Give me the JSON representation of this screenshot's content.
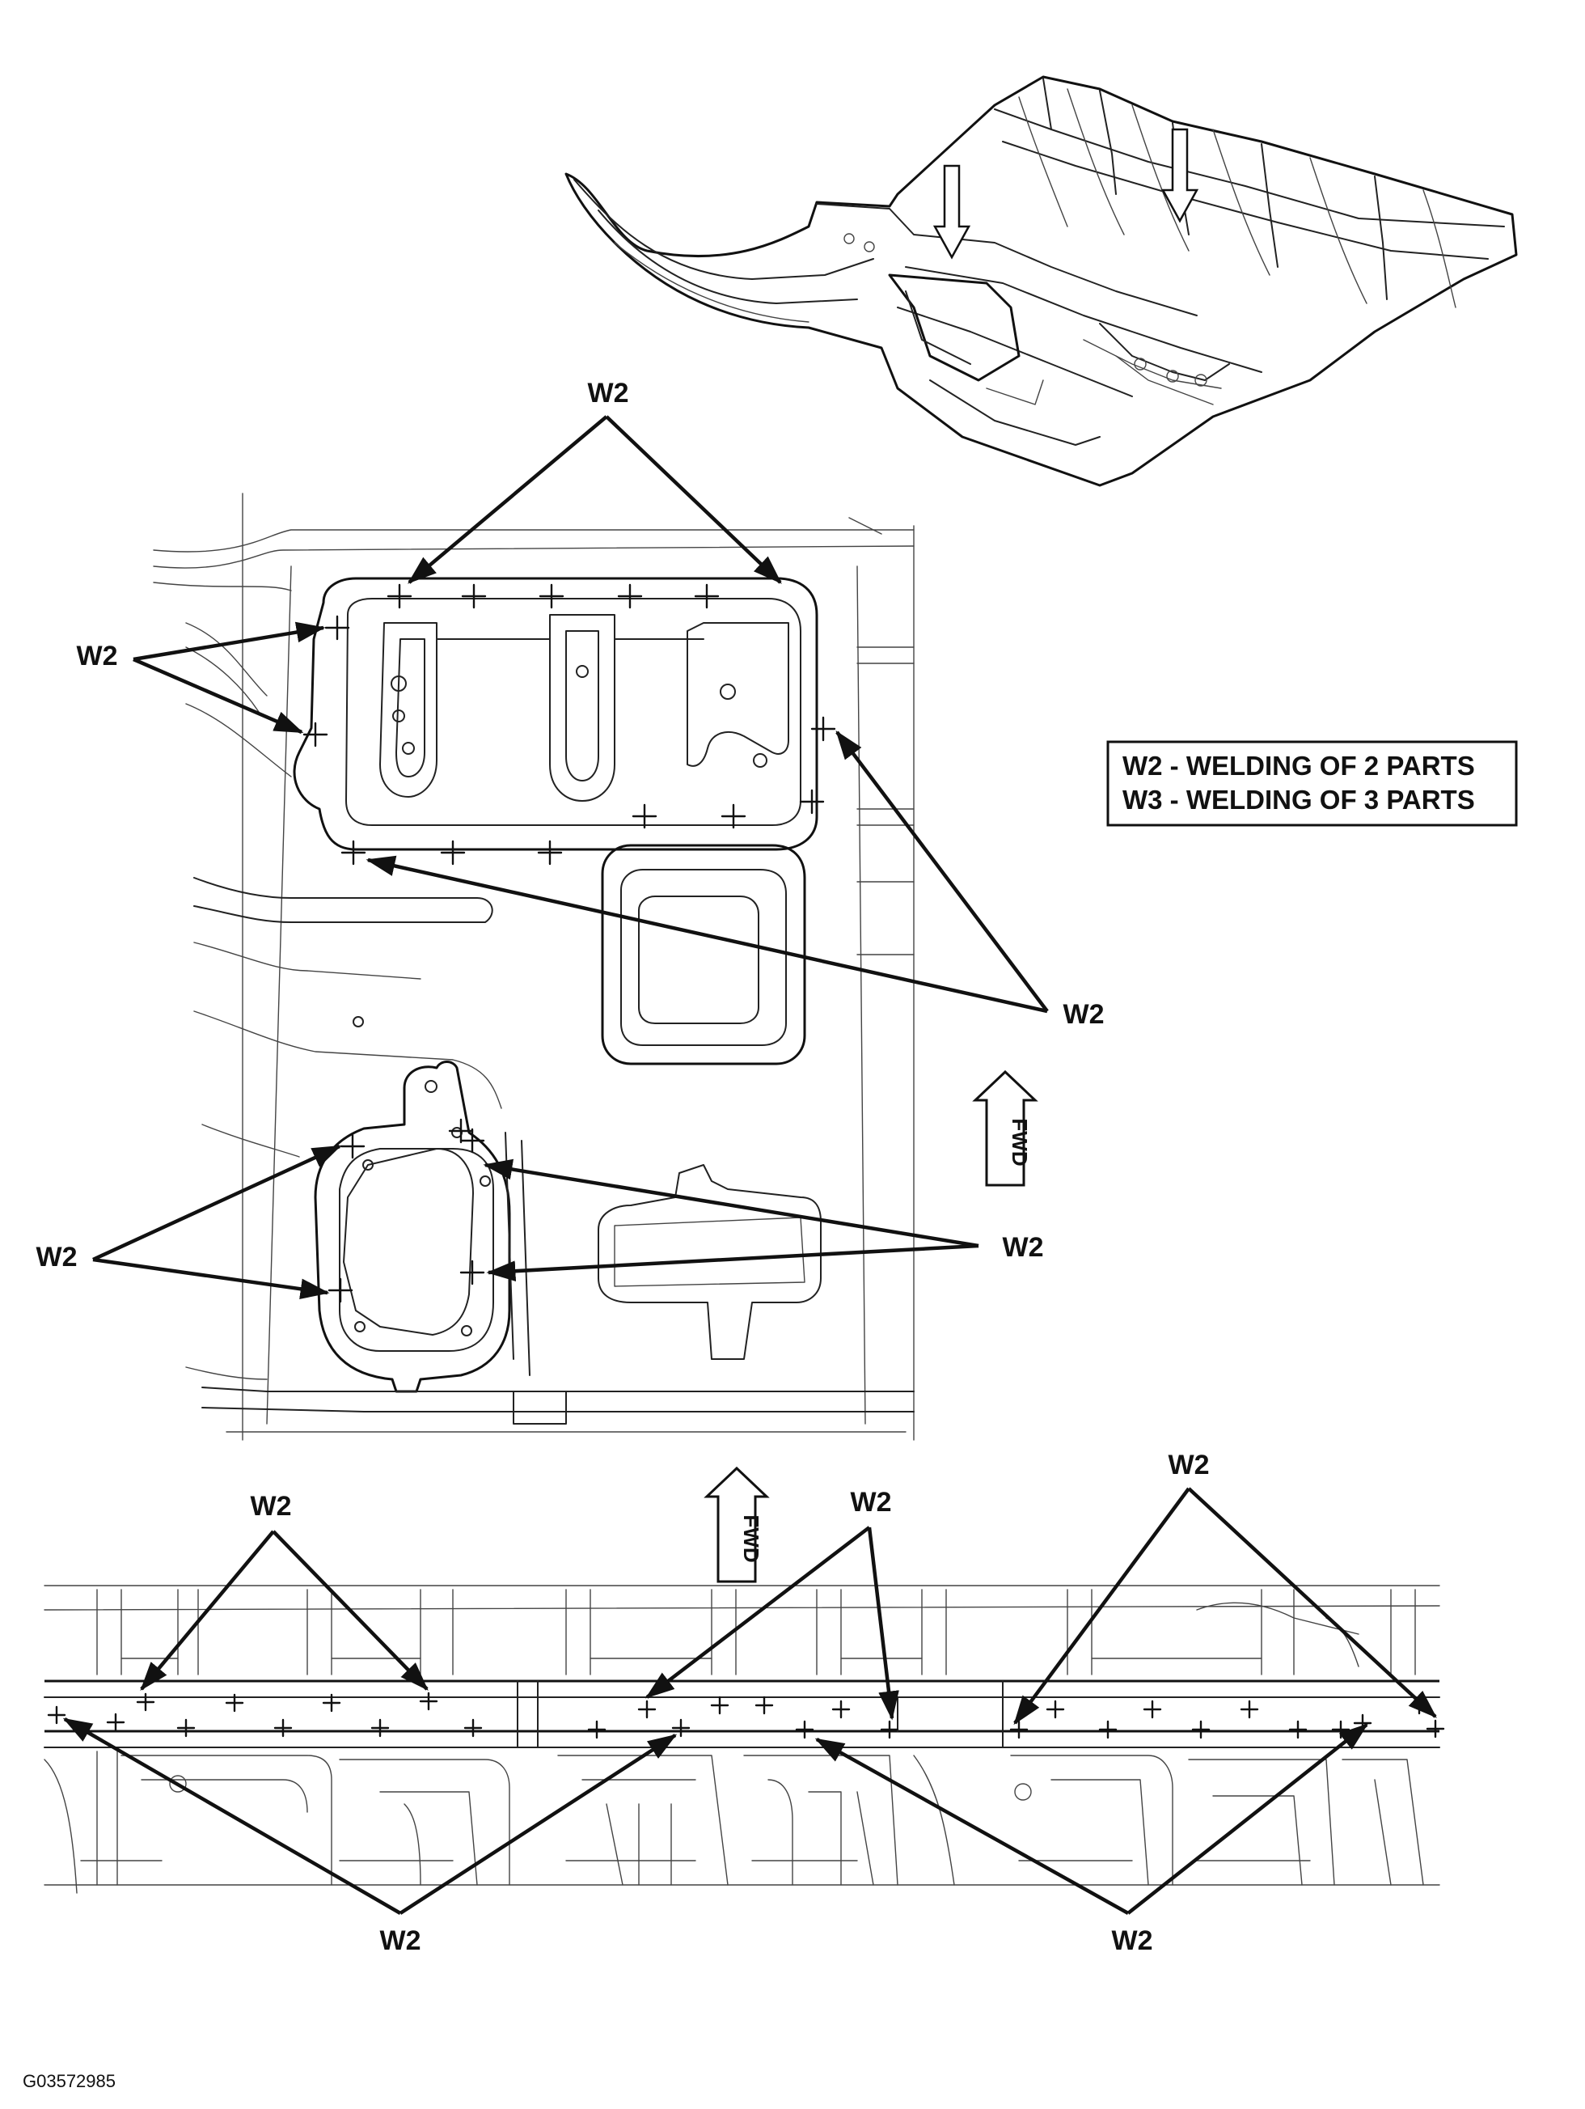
{
  "callout_label": "W2",
  "legend": {
    "w2": "W2 - WELDING OF 2 PARTS",
    "w3": "W3 - WELDING OF 3 PARTS"
  },
  "fwd_label": "FWD",
  "figure_id": "G03572985"
}
